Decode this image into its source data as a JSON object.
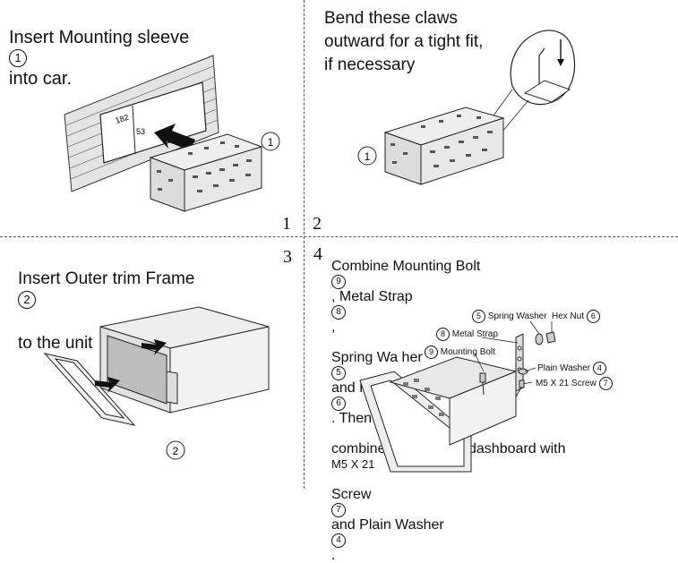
{
  "panel1": {
    "title": "Insert Mounting sleeve",
    "title_ref": "1",
    "title_tail": "into car.",
    "dim_a": "182",
    "dim_b": "53",
    "part_ref": "1",
    "step": "1"
  },
  "panel2": {
    "title": "Bend these claws\noutward for a tight fit,\nif necessary",
    "part_ref": "1",
    "step": "2"
  },
  "panel3": {
    "title_line1": "Insert Outer trim Frame",
    "title_ref": "2",
    "title_line2": "to the unit",
    "part_ref": "2",
    "step": "3"
  },
  "panel4": {
    "step": "4",
    "t1": "Combine Mounting Bolt",
    "r1": "9",
    "t2": ", Metal Strap",
    "r2": "8",
    "t3": ",",
    "t4": "Spring Wa  her",
    "r3": "5",
    "t5": "and Hex Nut",
    "r4": "6",
    "t6": ". Then",
    "t7": "combine the unit and dashboard with",
    "t7b": "M5 X 21",
    "t8": "Screw",
    "r5": "7",
    "t9": "and Plain Washer",
    "r6": "4",
    "t10": ".",
    "callouts": {
      "spring_washer": "Spring Washer",
      "spring_washer_ref": "5",
      "hex_nut": "Hex Nut",
      "hex_nut_ref": "6",
      "metal_strap": "Metal Strap",
      "metal_strap_ref": "8",
      "mounting_bolt": "Mounting Bolt",
      "mounting_bolt_ref": "9",
      "plain_washer": "Plain Washer",
      "plain_washer_ref": "4",
      "screw": "M5 X 21 Screw",
      "screw_ref": "7"
    }
  }
}
